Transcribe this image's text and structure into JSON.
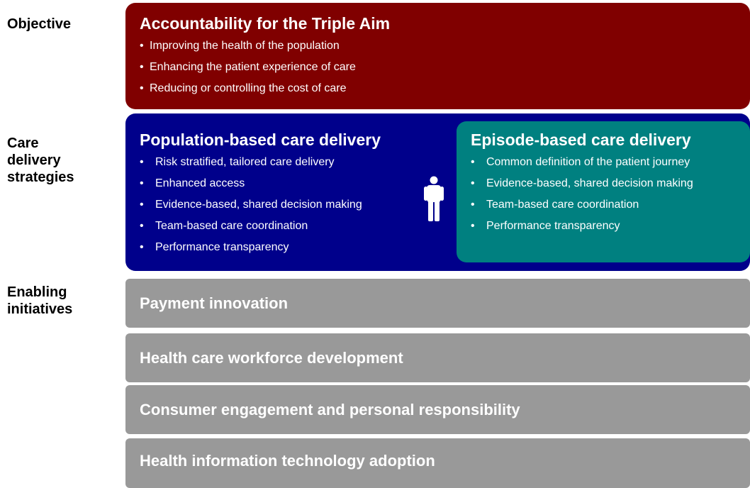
{
  "labels": {
    "objective": "Objective",
    "care": [
      "Care",
      "delivery",
      "strategies"
    ],
    "enabling": [
      "Enabling",
      "initiatives"
    ]
  },
  "objective": {
    "title": "Accountability for the Triple Aim",
    "bullets": [
      "Improving the health of the population",
      "Enhancing the patient experience of care",
      "Reducing or controlling the cost of care"
    ]
  },
  "population": {
    "title": "Population-based care delivery",
    "bullets": [
      "Risk stratified, tailored care delivery",
      "Enhanced access",
      "Evidence-based, shared decision making",
      "Team-based care coordination",
      "Performance transparency"
    ]
  },
  "episode": {
    "title": "Episode-based care delivery",
    "bullets": [
      "Common definition of the patient journey",
      "Evidence-based, shared decision making",
      "Team-based care coordination",
      "Performance transparency"
    ]
  },
  "initiatives": [
    "Payment innovation",
    "Health care workforce development",
    "Consumer engagement and personal responsibility",
    "Health information technology adoption"
  ],
  "icons": {
    "person": "person-icon"
  },
  "colors": {
    "objective": "#800000",
    "care": "#00008b",
    "episode": "#008080",
    "initiative": "#999999"
  }
}
